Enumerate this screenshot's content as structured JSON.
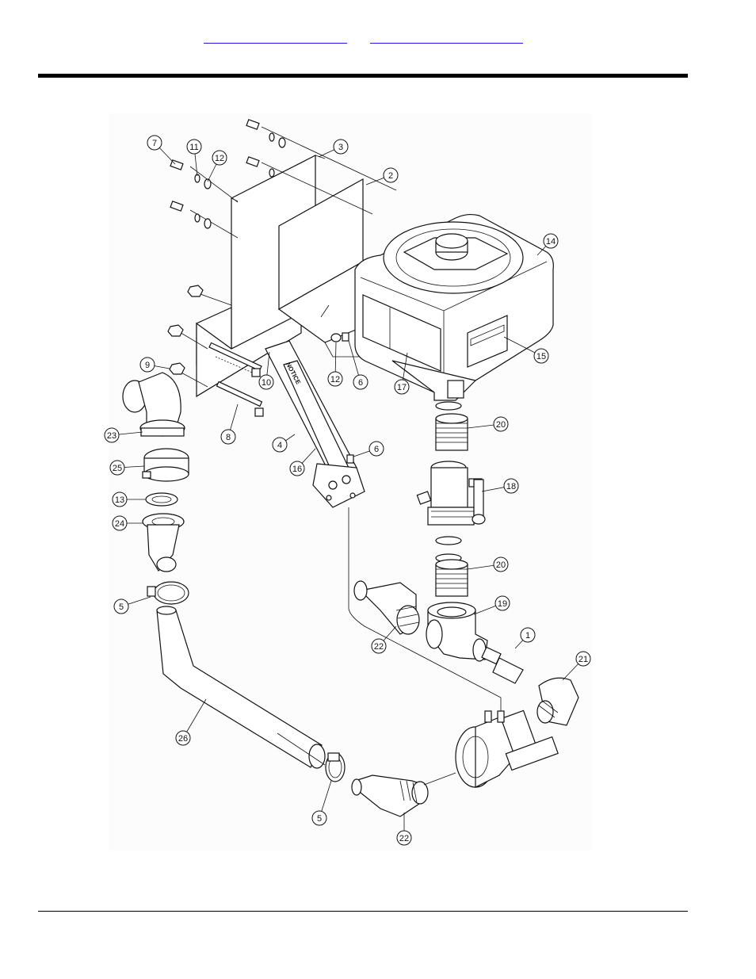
{
  "nav": {
    "link_left": "",
    "link_right": ""
  },
  "decal_text": "NOTICE",
  "callouts": [
    {
      "id": "c1",
      "label": "1"
    },
    {
      "id": "c2",
      "label": "2"
    },
    {
      "id": "c3",
      "label": "3"
    },
    {
      "id": "c4",
      "label": "4"
    },
    {
      "id": "c5a",
      "label": "5"
    },
    {
      "id": "c5b",
      "label": "5"
    },
    {
      "id": "c6a",
      "label": "6"
    },
    {
      "id": "c6b",
      "label": "6"
    },
    {
      "id": "c7",
      "label": "7"
    },
    {
      "id": "c8",
      "label": "8"
    },
    {
      "id": "c9",
      "label": "9"
    },
    {
      "id": "c10",
      "label": "10"
    },
    {
      "id": "c11",
      "label": "11"
    },
    {
      "id": "c12a",
      "label": "12"
    },
    {
      "id": "c12b",
      "label": "12"
    },
    {
      "id": "c13",
      "label": "13"
    },
    {
      "id": "c14",
      "label": "14"
    },
    {
      "id": "c15",
      "label": "15"
    },
    {
      "id": "c16",
      "label": "16"
    },
    {
      "id": "c17",
      "label": "17"
    },
    {
      "id": "c18",
      "label": "18"
    },
    {
      "id": "c19",
      "label": "19"
    },
    {
      "id": "c20a",
      "label": "20"
    },
    {
      "id": "c20b",
      "label": "20"
    },
    {
      "id": "c21",
      "label": "21"
    },
    {
      "id": "c22a",
      "label": "22"
    },
    {
      "id": "c22b",
      "label": "22"
    },
    {
      "id": "c23",
      "label": "23"
    },
    {
      "id": "c24",
      "label": "24"
    },
    {
      "id": "c25",
      "label": "25"
    },
    {
      "id": "c26",
      "label": "26"
    }
  ]
}
